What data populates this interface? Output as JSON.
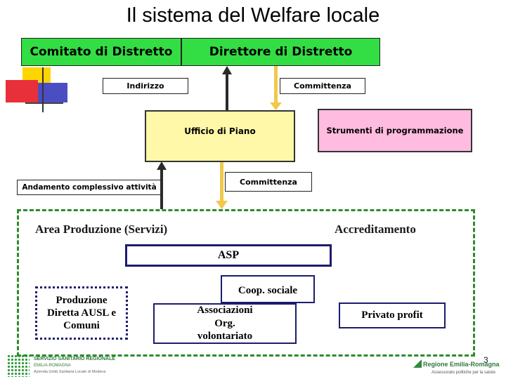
{
  "title": "Il sistema del Welfare locale",
  "boxes": {
    "comitato": "Comitato di Distretto",
    "direttore": "Direttore di Distretto",
    "indirizzo": "Indirizzo",
    "committenza_top": "Committenza",
    "ufficio": "Ufficio di Piano",
    "strumenti": "Strumenti di programmazione",
    "committenza_mid": "Committenza",
    "andamento": "Andamento complessivo attività",
    "area_produzione": "Area Produzione (Servizi)",
    "accreditamento": "Accreditamento",
    "asp": "ASP",
    "coop": "Coop. sociale",
    "produzione": "Produzione Diretta AUSL e Comuni",
    "associazioni": "Associazioni Org. volontariato",
    "privato": "Privato profit"
  },
  "logos": {
    "left_line1": "SERVIZIO SANITARIO REGIONALE",
    "left_line2": "EMILIA-ROMAGNA",
    "left_line3": "Azienda Unità Sanitaria Locale di Modena",
    "right_name": "Regione Emilia-Romagna",
    "right_tagline": "Assessorato politiche per la salute"
  },
  "page_number": "3",
  "colors": {
    "green": "#33dd44",
    "yellow_box": "#fff8a8",
    "pink_box": "#ffbbe0",
    "navy_border": "#1c1c6e",
    "dashed_green": "#2e8b2e",
    "arrow_yellow": "#f2c84b",
    "arrow_dark": "#2a2a2a"
  }
}
